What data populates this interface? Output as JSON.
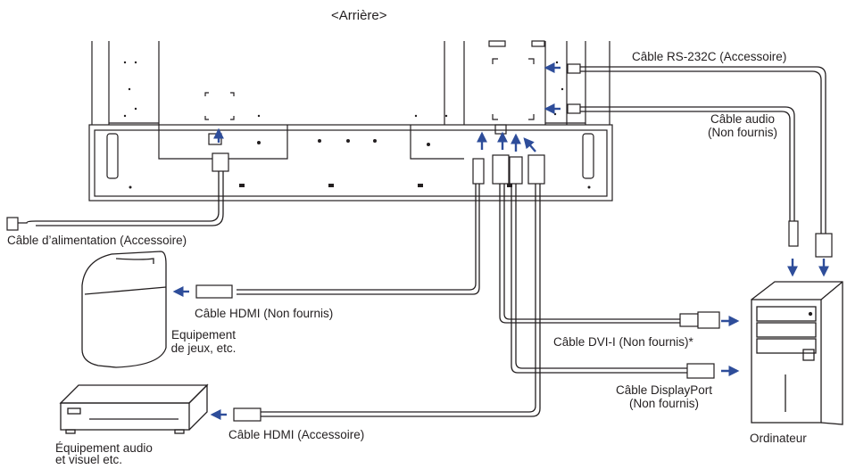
{
  "title": "<Arrière>",
  "labels": {
    "rs232c": "Câble RS-232C (Accessoire)",
    "audio_line1": "Câble audio",
    "audio_line2": "(Non fournis)",
    "power": "Câble d’alimentation (Accessoire)",
    "hdmi_game": "Câble HDMI (Non fournis)",
    "game_line1": "Equipement",
    "game_line2": "de jeux, etc.",
    "dvi": "Câble DVI-I (Non fournis)*",
    "dp_line1": "Câble DisplayPort",
    "dp_line2": "(Non fournis)",
    "hdmi_av": "Câble HDMI (Accessoire)",
    "av_line1": "Équipement audio",
    "av_line2": "et visuel etc.",
    "computer": "Ordinateur"
  },
  "colors": {
    "line": "#231f20",
    "arrow": "#2e4d9a",
    "cable": "#231f20"
  }
}
